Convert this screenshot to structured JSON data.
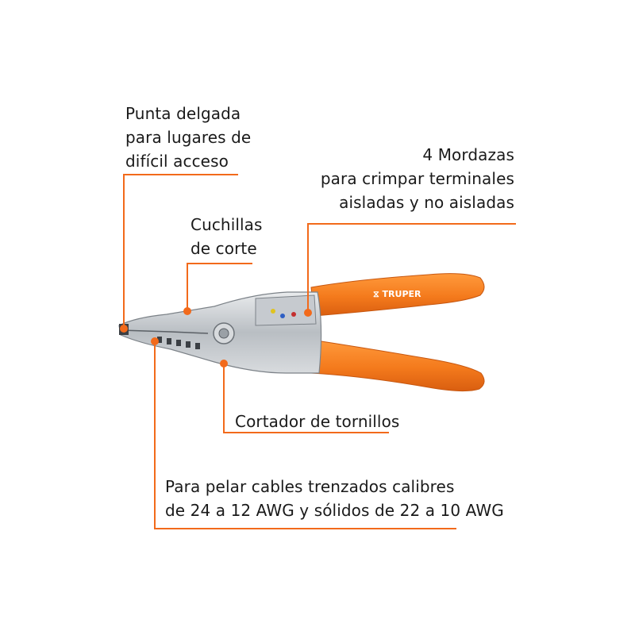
{
  "accent_color": "#f26a1b",
  "handle_color": "#f47a1c",
  "steel_color": "#c9ccd0",
  "brand": "TRUPER",
  "callouts": {
    "tip": {
      "lines": [
        "Punta delgada",
        "para lugares de",
        "difícil acceso"
      ]
    },
    "blades": {
      "lines": [
        "Cuchillas",
        "de corte"
      ]
    },
    "jaws": {
      "lines": [
        "4 Mordazas",
        "para crimpar terminales",
        "aisladas y no aisladas"
      ]
    },
    "bolt": {
      "lines": [
        "Cortador de tornillos"
      ]
    },
    "strip": {
      "lines": [
        "Para pelar cables trenzados calibres",
        "de 24 a 12 AWG y sólidos de 22 a 10 AWG"
      ]
    }
  }
}
